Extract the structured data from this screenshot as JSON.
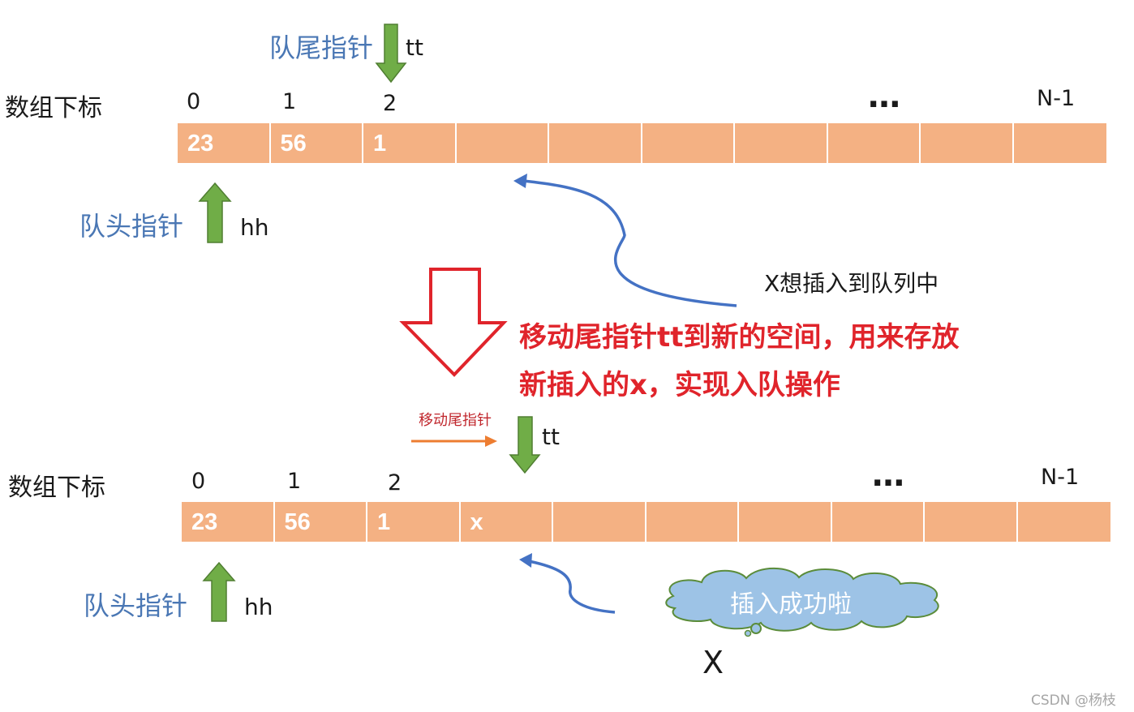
{
  "top": {
    "tail_label": "队尾指针",
    "tail_var": "tt",
    "index_label": "数组下标",
    "indices": [
      "0",
      "1",
      "2"
    ],
    "ellipsis": "…",
    "last_index": "N-1",
    "cells": [
      "23",
      "56",
      "1",
      "",
      "",
      "",
      "",
      "",
      "",
      ""
    ],
    "head_label": "队头指针",
    "head_var": "hh",
    "insert_note": "X想插入到队列中"
  },
  "explanation": {
    "line1": "移动尾指针tt到新的空间，用来存放",
    "line2": "新插入的x，实现入队操作"
  },
  "bottom": {
    "move_label": "移动尾指针",
    "tail_var": "tt",
    "index_label": "数组下标",
    "indices": [
      "0",
      "1",
      "2"
    ],
    "ellipsis": "…",
    "last_index": "N-1",
    "cells": [
      "23",
      "56",
      "1",
      "x",
      "",
      "",
      "",
      "",
      "",
      ""
    ],
    "head_label": "队头指针",
    "head_var": "hh",
    "cloud_text": "插入成功啦",
    "x_label": "X"
  },
  "watermark": "CSDN @杨枝",
  "colors": {
    "cell_fill": "#f4b183",
    "pointer_arrow": "#70ad47",
    "label_blue": "#4a77b4",
    "explanation_red": "#e0242b",
    "curve_blue": "#4472c4",
    "move_arrow": "#ed7d31",
    "cloud_fill": "#9dc3e6"
  }
}
